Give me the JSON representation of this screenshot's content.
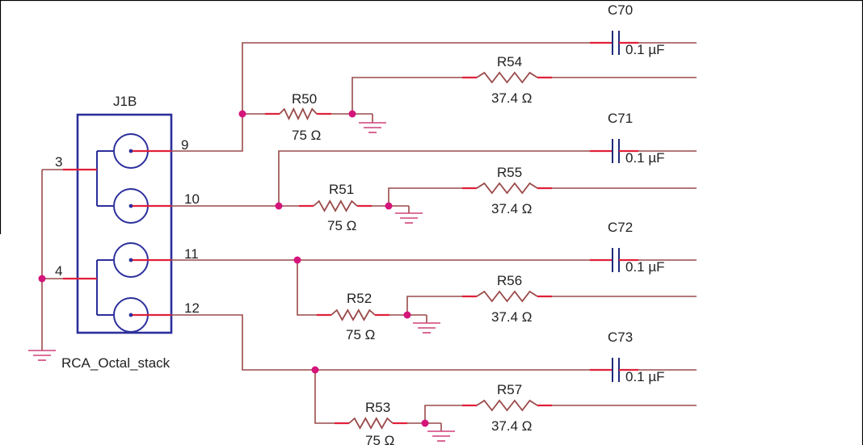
{
  "connector": {
    "ref": "J1B",
    "part": "RCA_Octal_stack",
    "pins_left": [
      "3",
      "4"
    ],
    "pins_right": [
      "9",
      "10",
      "11",
      "12"
    ]
  },
  "capacitors": [
    {
      "ref": "C70",
      "value": "0.1 µF"
    },
    {
      "ref": "C71",
      "value": "0.1 µF"
    },
    {
      "ref": "C72",
      "value": "0.1 µF"
    },
    {
      "ref": "C73",
      "value": "0.1 µF"
    }
  ],
  "termination_resistors": [
    {
      "ref": "R50",
      "value": "75 Ω"
    },
    {
      "ref": "R51",
      "value": "75 Ω"
    },
    {
      "ref": "R52",
      "value": "75 Ω"
    },
    {
      "ref": "R53",
      "value": "75 Ω"
    }
  ],
  "series_resistors": [
    {
      "ref": "R54",
      "value": "37.4 Ω"
    },
    {
      "ref": "R55",
      "value": "37.4 Ω"
    },
    {
      "ref": "R56",
      "value": "37.4 Ω"
    },
    {
      "ref": "R57",
      "value": "37.4 Ω"
    }
  ]
}
